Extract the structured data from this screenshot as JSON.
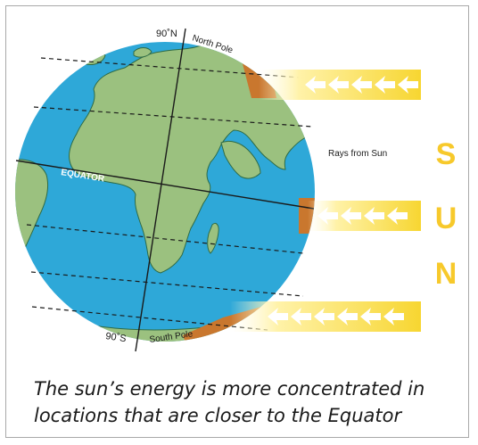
{
  "labels": {
    "north_lat": "90˚N",
    "north_pole": "North Pole",
    "south_lat": "90˚S",
    "south_pole": "South Pole",
    "equator": "EQUATOR",
    "rays": "Rays from Sun",
    "sun_letters": [
      "S",
      "U",
      "N"
    ]
  },
  "caption": {
    "line1": "The sun’s energy is more concentrated in",
    "line2": "locations that are closer to the Equator"
  },
  "colors": {
    "ocean": "#2ea8d8",
    "land": "#9bc17f",
    "land_edge": "#2f6b45",
    "heated_band": "#c9772e",
    "ray_gold": "#f7d631",
    "sun_letters": "#f7c92b",
    "frame_border": "#a9a9a9"
  }
}
